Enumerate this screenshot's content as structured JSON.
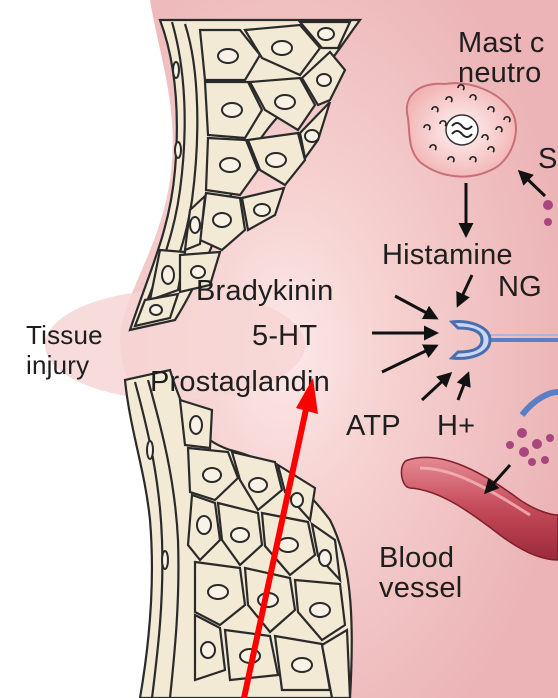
{
  "labels": {
    "mast_cell": [
      "Mast c",
      "neutro"
    ],
    "s_partial": "S",
    "histamine": "Histamine",
    "ngf_partial": "NG",
    "bradykinin": "Bradykinin",
    "five_ht": "5-HT",
    "tissue_injury": [
      "Tissue",
      "injury"
    ],
    "prostaglandin": "Prostaglandin",
    "atp": "ATP",
    "h_plus": "H+",
    "blood_vessel": [
      "Blood",
      "vessel"
    ]
  },
  "colors": {
    "background_pink": "#f4c6c6",
    "tissue_cell_fill": "#f3ead6",
    "receptor_blue": "#5b7fc4",
    "annotation_arrow_red": "#ff0000",
    "vessel_red": "#b83a4a",
    "granule_purple": "#a8467e"
  }
}
